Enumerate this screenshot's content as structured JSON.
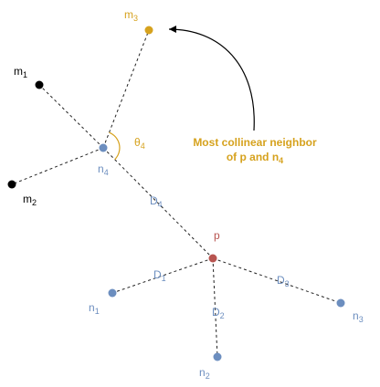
{
  "colors": {
    "black": "#000000",
    "orange": "#d6a21e",
    "blue": "#6c8ebf",
    "red": "#b85450",
    "edge": "#222222"
  },
  "labels": {
    "m1": {
      "base": "m",
      "sub": "1"
    },
    "m2": {
      "base": "m",
      "sub": "2"
    },
    "m3": {
      "base": "m",
      "sub": "3"
    },
    "n1": {
      "base": "n",
      "sub": "1"
    },
    "n2": {
      "base": "n",
      "sub": "2"
    },
    "n3": {
      "base": "n",
      "sub": "3"
    },
    "n4": {
      "base": "n",
      "sub": "4"
    },
    "p": "p",
    "theta4": {
      "base": "θ",
      "sub": "4"
    },
    "D1": {
      "base": "D",
      "sub": "1"
    },
    "D2": {
      "base": "D",
      "sub": "2"
    },
    "D3": {
      "base": "D",
      "sub": "3"
    },
    "D4": {
      "base": "D",
      "sub": "4"
    }
  },
  "callout": {
    "line1": "Most collinear neighbor",
    "line2_prefix": "of p and n",
    "line2_sub": "4"
  }
}
